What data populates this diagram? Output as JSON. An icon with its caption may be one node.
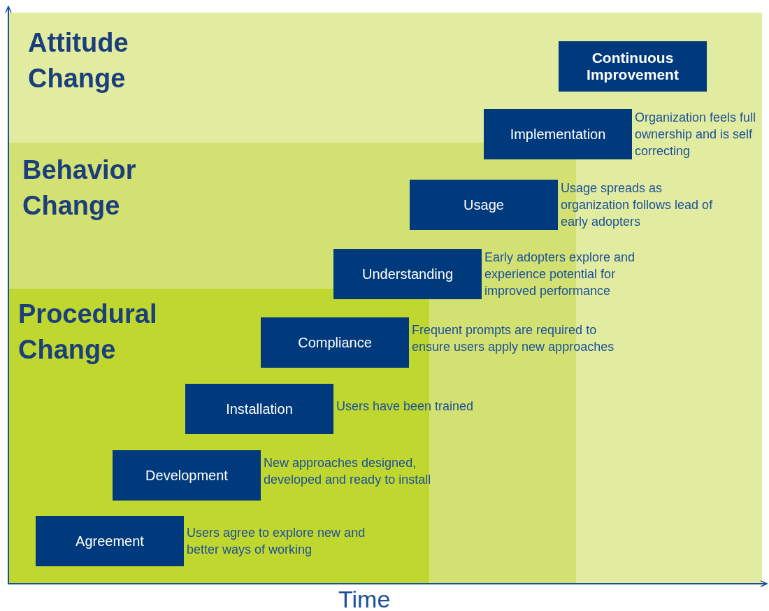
{
  "diagram": {
    "nodes": [
      {
        "text": [
          "Attitude Change"
        ]
      },
      {
        "text": [
          "Behavior Change"
        ]
      },
      {
        "text": [
          "Procedural Change"
        ]
      },
      {
        "text": [
          "Continuous Improvement"
        ],
        "in": 0
      },
      {
        "text": [
          "Implementation"
        ],
        "beside": [
          "Organization feels full ownership and is self correcting"
        ]
      },
      {
        "text": [
          "Usage"
        ],
        "in": 1,
        "beside": [
          "Usage spreads as organization follows lead of early adopters"
        ]
      },
      {
        "text": [
          "Understanding"
        ],
        "beside": [
          "Early adopters explore and experience potential for improved performance"
        ]
      },
      {
        "text": [
          "Compliance"
        ],
        "in": 2,
        "beside": [
          "Frequent prompts are required to ensure users apply new approaches"
        ]
      },
      {
        "text": [
          "Installation"
        ],
        "in": 2,
        "beside": [
          "Users have been trained"
        ]
      },
      {
        "text": [
          "Development"
        ],
        "in": 2,
        "beside": [
          "New approaches designed, developed and ready to install"
        ]
      },
      {
        "text": [
          "Agreement"
        ],
        "in": 2,
        "beside": [
          "Users agree to explore new and better ways of working"
        ]
      }
    ],
    "edges": [],
    "labels": [
      "Time"
    ]
  }
}
